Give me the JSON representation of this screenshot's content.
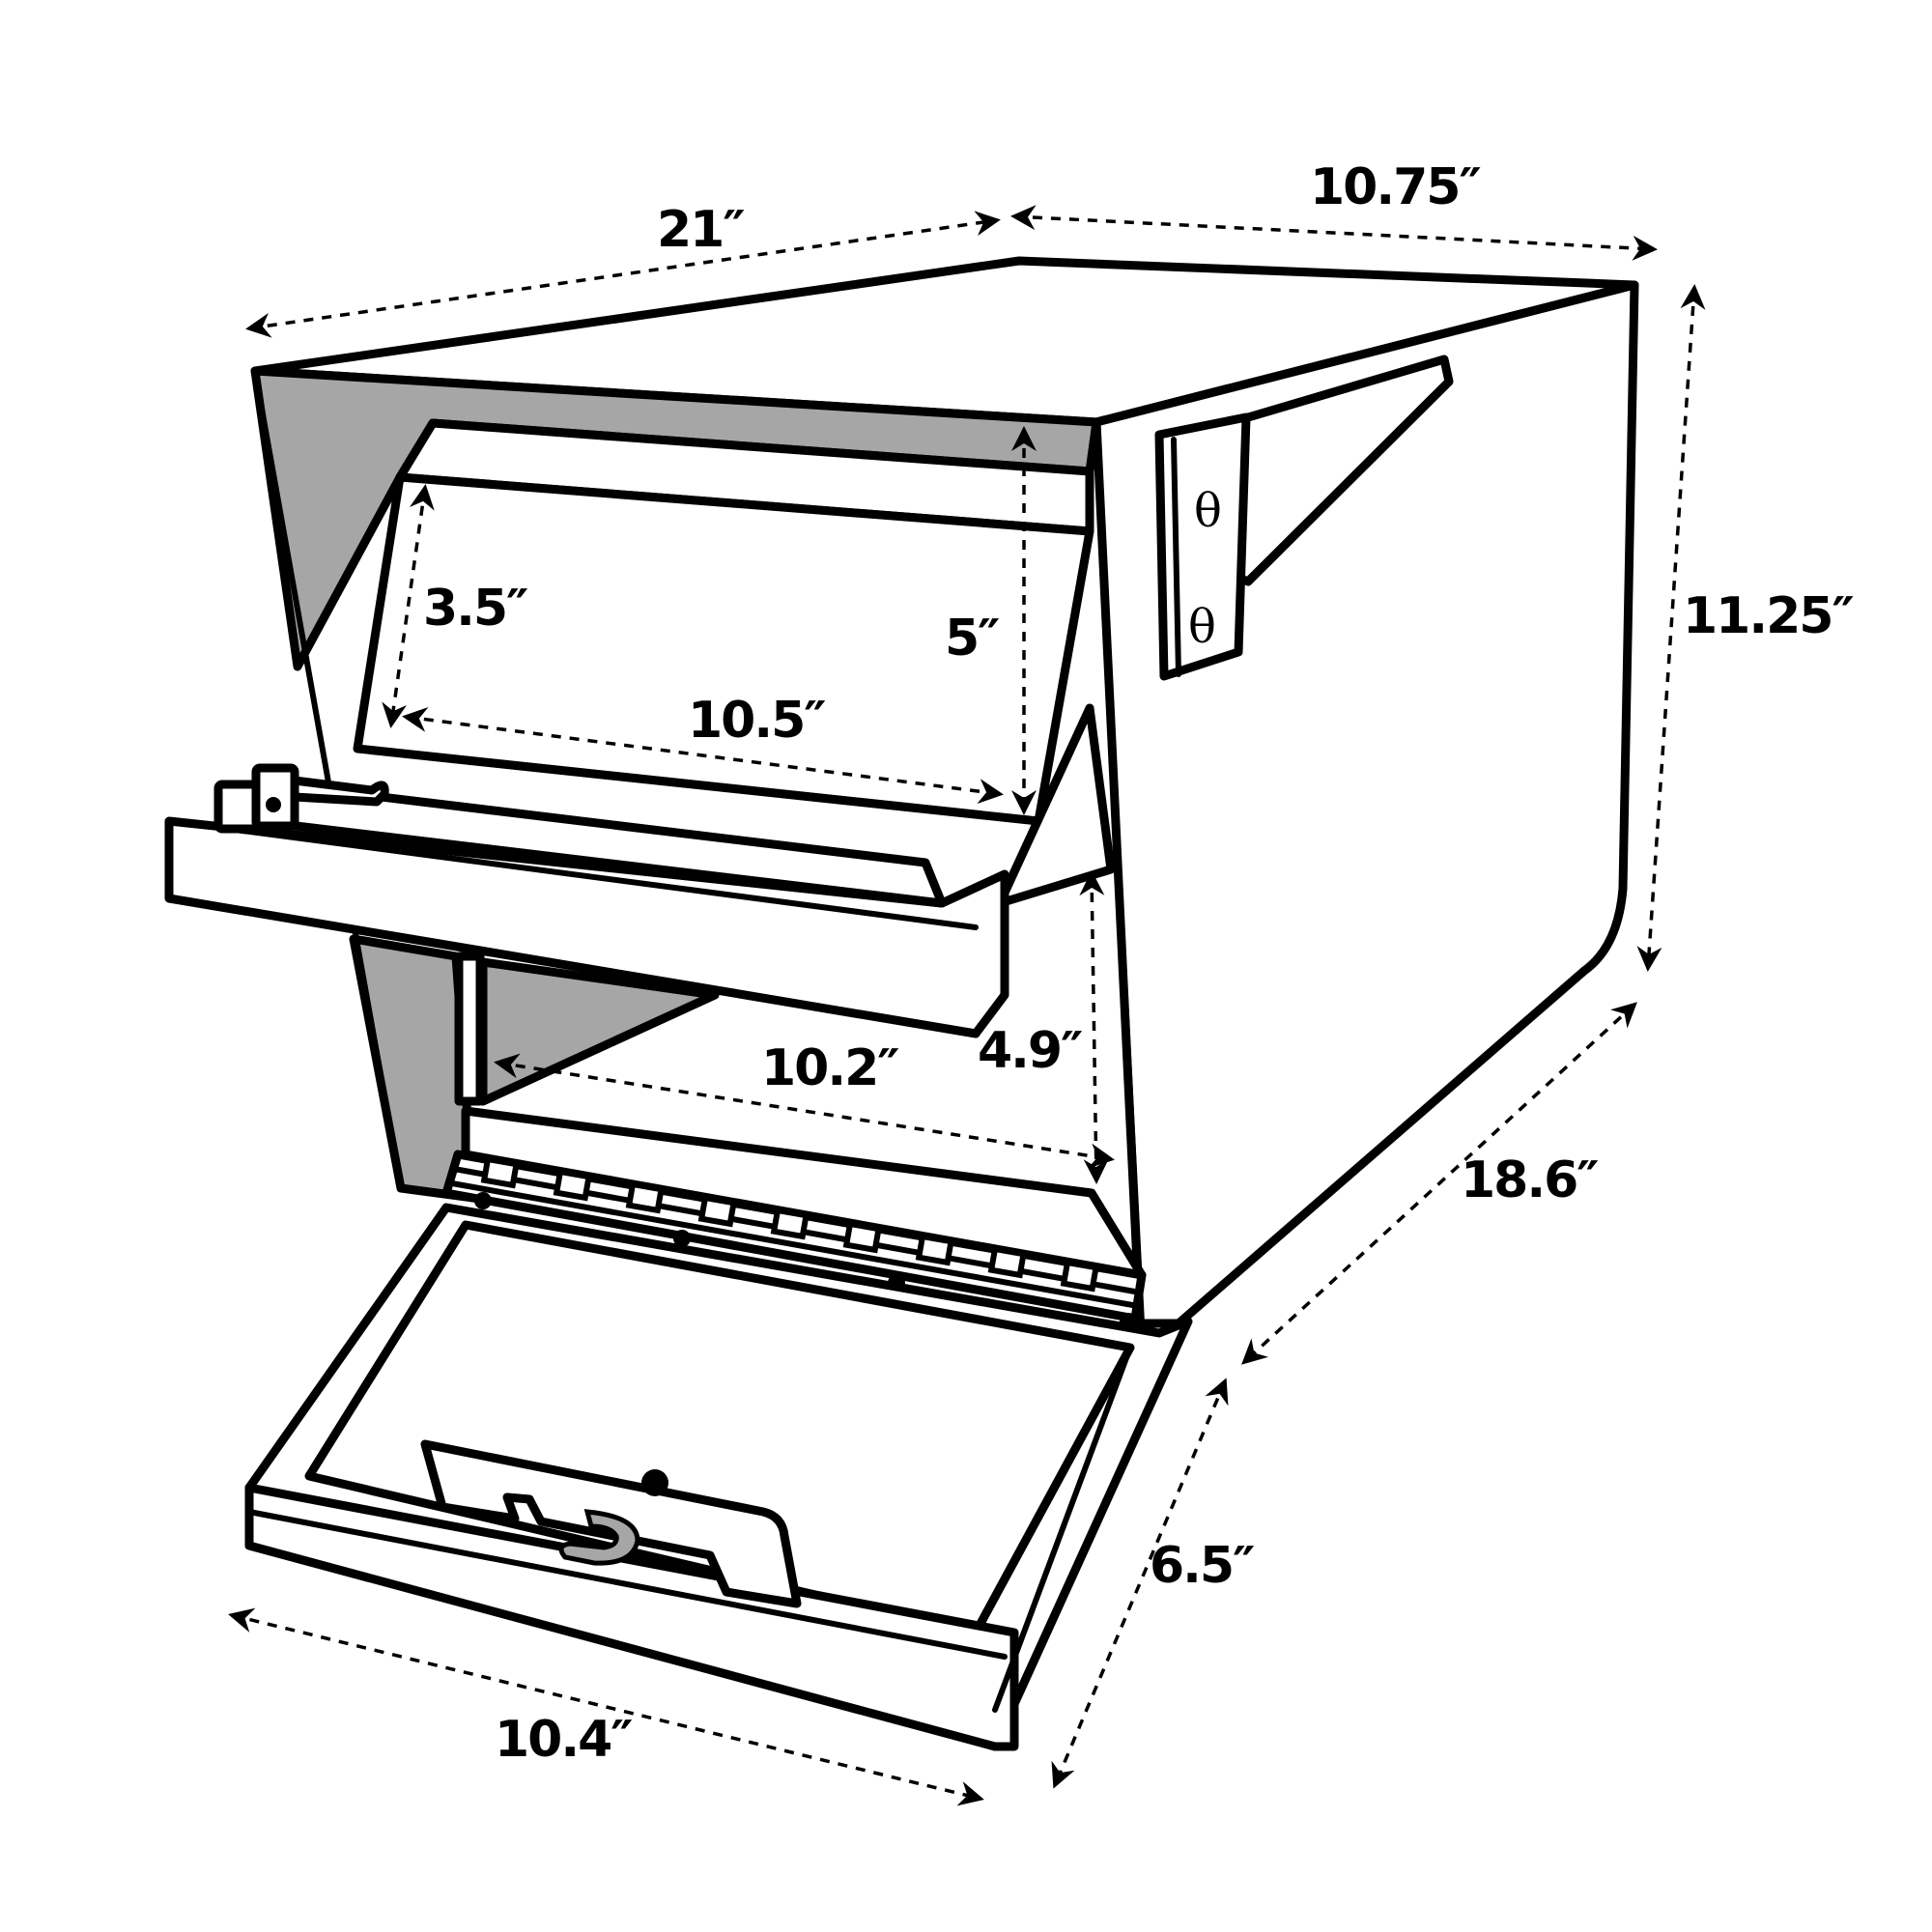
{
  "figure": {
    "subject": "Mailbox with open front door and incoming-mail tray",
    "colors": {
      "outline": "#000000",
      "body_fill": "#ffffff",
      "interior_shade": "#a6a6a6",
      "lock_key_fill": "#a6a6a6"
    }
  },
  "dimensions": {
    "overall_depth": {
      "label": "21″"
    },
    "overall_width": {
      "label": "10.75″"
    },
    "overall_height": {
      "label": "11.25″"
    },
    "side_length": {
      "label": "18.6″"
    },
    "tray_depth": {
      "label": "3.5″"
    },
    "tray_height": {
      "label": "5″"
    },
    "tray_width": {
      "label": "10.5″"
    },
    "opening_width": {
      "label": "10.2″"
    },
    "opening_height": {
      "label": "4.9″"
    },
    "door_depth": {
      "label": "6.5″"
    },
    "door_width": {
      "label": "10.4″"
    }
  },
  "components": {
    "mounting_bracket": {
      "screw_symbol": "θ"
    }
  }
}
